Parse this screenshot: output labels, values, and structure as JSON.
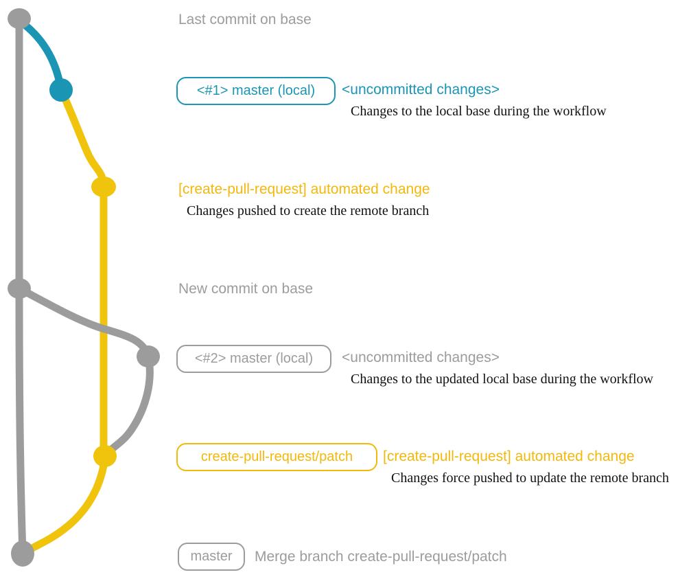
{
  "colors": {
    "gray": "#9c9c9c",
    "teal": "#1b95b4",
    "yellow": "#f0c30d",
    "yellow_text": "#f2b80b",
    "caption_text": "#111111"
  },
  "graph": {
    "type": "git-branch-diagram",
    "nodes": [
      {
        "id": "last-commit-on-base",
        "color": "gray"
      },
      {
        "id": "local-uncommitted-1",
        "color": "teal"
      },
      {
        "id": "create-pull-request-push",
        "color": "yellow"
      },
      {
        "id": "new-commit-on-base",
        "color": "gray"
      },
      {
        "id": "local-uncommitted-2",
        "color": "gray"
      },
      {
        "id": "create-pull-request-force-push",
        "color": "yellow"
      },
      {
        "id": "merge-commit",
        "color": "gray"
      }
    ],
    "edges": [
      {
        "from": "last-commit-on-base",
        "to": "merge-commit",
        "color": "gray",
        "kind": "base-branch"
      },
      {
        "from": "last-commit-on-base",
        "to": "local-uncommitted-1",
        "color": "teal",
        "kind": "local-changes"
      },
      {
        "from": "local-uncommitted-1",
        "to": "create-pull-request-push",
        "color": "yellow",
        "kind": "patch-branch"
      },
      {
        "from": "create-pull-request-push",
        "to": "create-pull-request-force-push",
        "color": "yellow",
        "kind": "patch-branch"
      },
      {
        "from": "new-commit-on-base",
        "to": "local-uncommitted-2",
        "color": "gray",
        "kind": "local-changes"
      },
      {
        "from": "local-uncommitted-2",
        "to": "create-pull-request-force-push",
        "color": "gray",
        "kind": "rebase"
      },
      {
        "from": "create-pull-request-force-push",
        "to": "merge-commit",
        "color": "yellow",
        "kind": "merge"
      }
    ]
  },
  "annotations": {
    "last_commit": {
      "text": "Last commit on base"
    },
    "row1": {
      "badge": "<#1> master (local)",
      "note": "<uncommitted changes>",
      "caption": "Changes to the local base during the workflow"
    },
    "row2": {
      "note": "[create-pull-request] automated change",
      "caption": "Changes pushed to create the remote branch"
    },
    "new_commit": {
      "text": "New commit on base"
    },
    "row3": {
      "badge": "<#2> master (local)",
      "note": "<uncommitted changes>",
      "caption": "Changes to the updated local base during the workflow"
    },
    "row4": {
      "badge": "create-pull-request/patch",
      "note": "[create-pull-request] automated change",
      "caption": "Changes force pushed to update the remote branch"
    },
    "row5": {
      "badge": "master",
      "note": "Merge branch create-pull-request/patch"
    }
  }
}
